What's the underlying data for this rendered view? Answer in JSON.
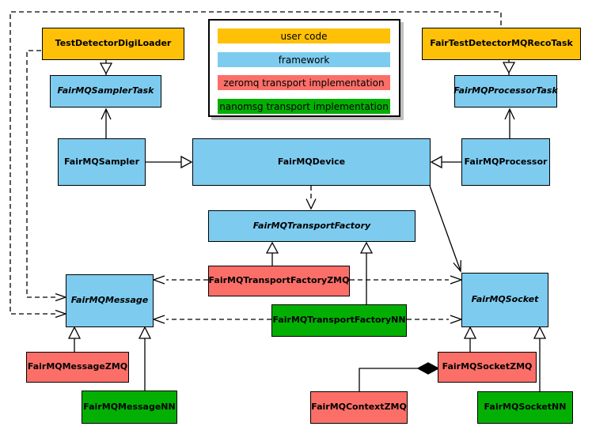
{
  "diagram": {
    "type": "uml-class-diagram",
    "subject": "FairMQ device, task and transport class relationships",
    "colors": {
      "user_code": "#FFC107",
      "framework": "#7DCCF0",
      "zeromq": "#FB6F68",
      "nanomsg": "#04AF04",
      "edge": "#000000",
      "background": "#FFFFFF"
    },
    "legend": {
      "items": [
        {
          "label": "user code",
          "color": "#FFC107"
        },
        {
          "label": "framework",
          "color": "#7DCCF0"
        },
        {
          "label": "zeromq transport implementation",
          "color": "#FB6F68"
        },
        {
          "label": "nanomsg transport implementation",
          "color": "#04AF04"
        }
      ]
    },
    "nodes": [
      {
        "id": "test-detector-digi-loader",
        "label": "TestDetectorDigiLoader",
        "category": "user code",
        "abstract": false
      },
      {
        "id": "fair-test-detector-mq-reco-task",
        "label": "FairTestDetectorMQRecoTask",
        "category": "user code",
        "abstract": false
      },
      {
        "id": "fairmq-sampler-task",
        "label": "FairMQSamplerTask",
        "category": "framework",
        "abstract": true
      },
      {
        "id": "fairmq-processor-task",
        "label": "FairMQProcessorTask",
        "category": "framework",
        "abstract": true
      },
      {
        "id": "fairmq-sampler",
        "label": "FairMQSampler",
        "category": "framework",
        "abstract": false
      },
      {
        "id": "fairmq-device",
        "label": "FairMQDevice",
        "category": "framework",
        "abstract": false
      },
      {
        "id": "fairmq-processor",
        "label": "FairMQProcessor",
        "category": "framework",
        "abstract": false
      },
      {
        "id": "fairmq-transport-factory",
        "label": "FairMQTransportFactory",
        "category": "framework",
        "abstract": true
      },
      {
        "id": "fairmq-transport-factory-zmq",
        "label": "FairMQTransportFactoryZMQ",
        "category": "zeromq",
        "abstract": false
      },
      {
        "id": "fairmq-transport-factory-nn",
        "label": "FairMQTransportFactoryNN",
        "category": "nanomsg",
        "abstract": false
      },
      {
        "id": "fairmq-message",
        "label": "FairMQMessage",
        "category": "framework",
        "abstract": true
      },
      {
        "id": "fairmq-socket",
        "label": "FairMQSocket",
        "category": "framework",
        "abstract": true
      },
      {
        "id": "fairmq-message-zmq",
        "label": "FairMQMessageZMQ",
        "category": "zeromq",
        "abstract": false
      },
      {
        "id": "fairmq-message-nn",
        "label": "FairMQMessageNN",
        "category": "nanomsg",
        "abstract": false
      },
      {
        "id": "fairmq-socket-zmq",
        "label": "FairMQSocketZMQ",
        "category": "zeromq",
        "abstract": false
      },
      {
        "id": "fairmq-context-zmq",
        "label": "FairMQContextZMQ",
        "category": "zeromq",
        "abstract": false
      },
      {
        "id": "fairmq-socket-nn",
        "label": "FairMQSocketNN",
        "category": "nanomsg",
        "abstract": false
      }
    ],
    "relationships": [
      {
        "from": "TestDetectorDigiLoader",
        "to": "FairMQSamplerTask",
        "type": "generalization"
      },
      {
        "from": "FairMQSampler",
        "to": "FairMQSamplerTask",
        "type": "association"
      },
      {
        "from": "FairTestDetectorMQRecoTask",
        "to": "FairMQProcessorTask",
        "type": "generalization"
      },
      {
        "from": "FairMQProcessor",
        "to": "FairMQProcessorTask",
        "type": "association"
      },
      {
        "from": "FairMQSampler",
        "to": "FairMQDevice",
        "type": "generalization"
      },
      {
        "from": "FairMQProcessor",
        "to": "FairMQDevice",
        "type": "generalization"
      },
      {
        "from": "FairMQDevice",
        "to": "FairMQTransportFactory",
        "type": "dependency"
      },
      {
        "from": "FairMQDevice",
        "to": "FairMQSocket",
        "type": "association"
      },
      {
        "from": "TestDetectorDigiLoader",
        "to": "FairMQMessage",
        "type": "dependency"
      },
      {
        "from": "FairTestDetectorMQRecoTask",
        "to": "FairMQMessage",
        "type": "dependency"
      },
      {
        "from": "FairMQTransportFactoryZMQ",
        "to": "FairMQTransportFactory",
        "type": "generalization"
      },
      {
        "from": "FairMQTransportFactoryNN",
        "to": "FairMQTransportFactory",
        "type": "generalization"
      },
      {
        "from": "FairMQTransportFactoryZMQ",
        "to": "FairMQMessage",
        "type": "dependency"
      },
      {
        "from": "FairMQTransportFactoryZMQ",
        "to": "FairMQSocket",
        "type": "dependency"
      },
      {
        "from": "FairMQTransportFactoryNN",
        "to": "FairMQMessage",
        "type": "dependency"
      },
      {
        "from": "FairMQTransportFactoryNN",
        "to": "FairMQSocket",
        "type": "dependency"
      },
      {
        "from": "FairMQMessageZMQ",
        "to": "FairMQMessage",
        "type": "generalization"
      },
      {
        "from": "FairMQMessageNN",
        "to": "FairMQMessage",
        "type": "generalization"
      },
      {
        "from": "FairMQSocketZMQ",
        "to": "FairMQSocket",
        "type": "generalization"
      },
      {
        "from": "FairMQSocketNN",
        "to": "FairMQSocket",
        "type": "generalization"
      },
      {
        "from": "FairMQContextZMQ",
        "to": "FairMQSocketZMQ",
        "type": "composition"
      }
    ]
  }
}
